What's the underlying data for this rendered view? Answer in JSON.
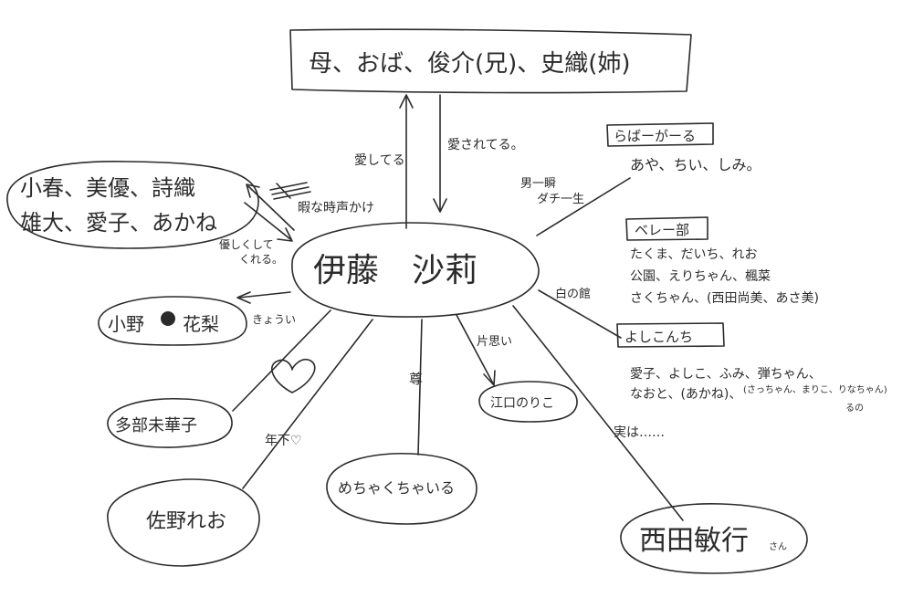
{
  "center": {
    "name": "伊藤　沙莉"
  },
  "family": {
    "text": "母、おば、俊介(兄)、史織(姉)"
  },
  "family_links": {
    "to_family": "愛してる",
    "from_family": "愛されてる。"
  },
  "friends_group": {
    "line1": "小春、美優、詩織",
    "line2": "雄大、愛子、あかね"
  },
  "friends_links": {
    "to_group": "暇な時声かけ",
    "from_group_line1": "優しくして",
    "from_group_line2": "くれる。"
  },
  "ono": {
    "name": "小野",
    "name2": "花梨",
    "link": "きょうい"
  },
  "tabe": {
    "name": "多部未華子"
  },
  "sano": {
    "name": "佐野れお",
    "link": "年下♡"
  },
  "mechakucha": {
    "name": "めちゃくちゃいる",
    "link": "尊"
  },
  "eguchi": {
    "name": "江口のりこ",
    "link": "片思い"
  },
  "nishida": {
    "name": "西田敏行",
    "suffix": "さん",
    "link": "実は……"
  },
  "boy_link": {
    "line1": "男一瞬",
    "line2": "ダチ一生"
  },
  "rubber_girls": {
    "title": "らばーがーる",
    "members": "あや、ちい、しみ。"
  },
  "beret": {
    "title": "ベレー部",
    "line1": "たくま、だいち、れお",
    "line2": "公園、えりちゃん、楓菜",
    "line3": "さくちゃん、(西田尚美、あさ美)"
  },
  "yoshikon": {
    "title": "よしこんち",
    "line1": "愛子、よしこ、ふみ、弾ちゃん、",
    "line2": "なおと、(あかね)、",
    "line3": "(さっちゃん、まりこ、りなちゃん)",
    "line4": "るの"
  },
  "hakura_link": "白の館",
  "colors": {
    "ink": "#2b2b2b",
    "paper": "#ffffff"
  }
}
